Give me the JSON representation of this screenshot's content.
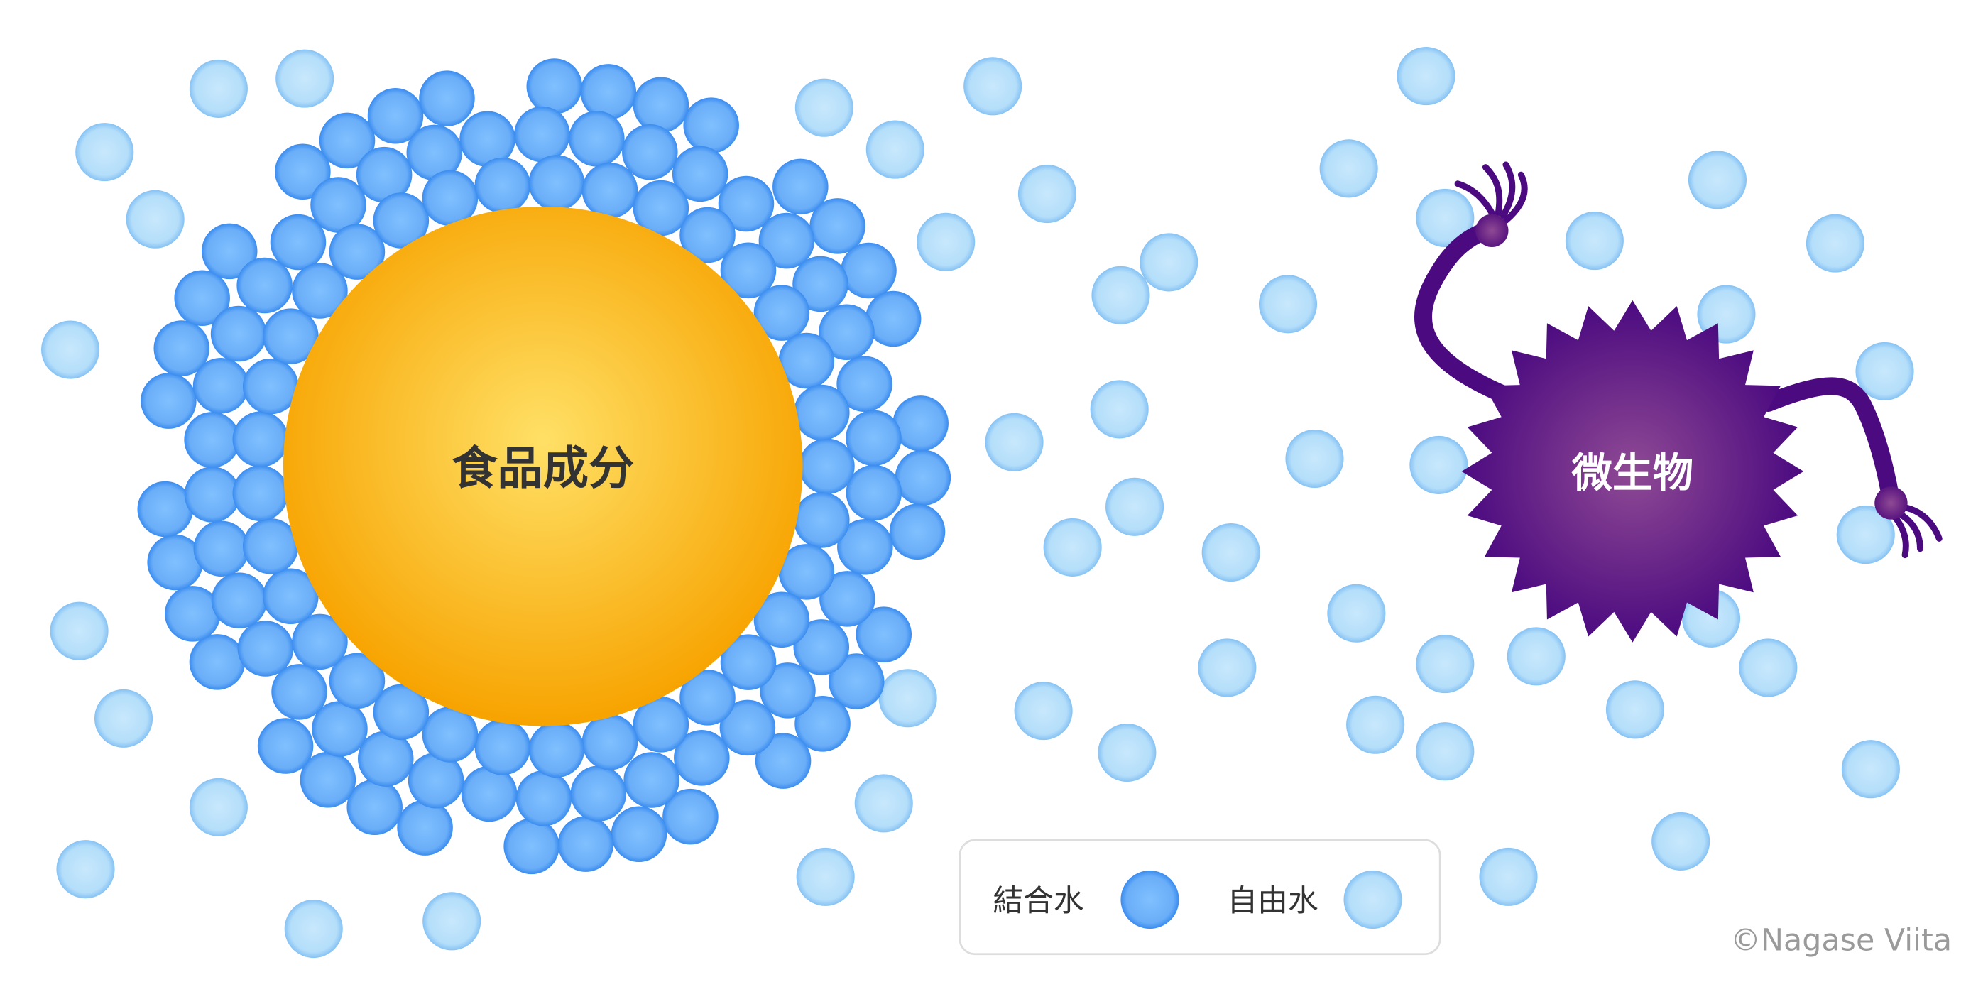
{
  "food": {
    "label": "食品成分",
    "color_center": "#ffe066",
    "color_edge": "#f7a300"
  },
  "microbe": {
    "label": "微生物",
    "color_center": "#8f4a94",
    "color_edge": "#4b0a80"
  },
  "legend": {
    "bound_water": {
      "label": "結合水",
      "color": "#4a9cf5"
    },
    "free_water": {
      "label": "自由水",
      "color": "#b9e1fb"
    }
  },
  "copyright": "©Nagase Viita"
}
